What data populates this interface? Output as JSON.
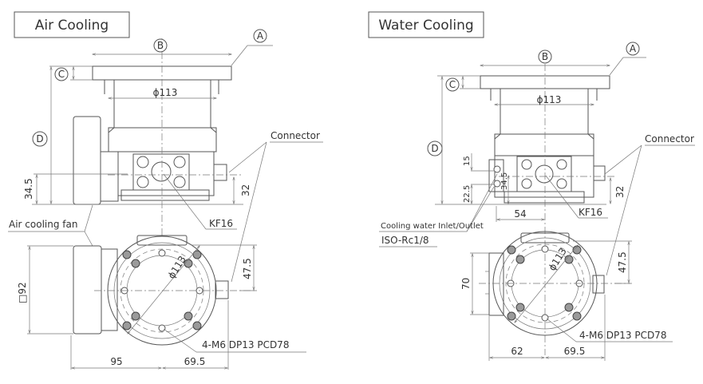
{
  "panels": {
    "air": {
      "title": "Air Cooling",
      "labels": {
        "A": "A",
        "B": "B",
        "C": "C",
        "D": "D"
      },
      "phi_top": "ϕ113",
      "phi_bottom": "ϕ113",
      "dim_34_5": "34.5",
      "dim_32": "32",
      "dim_47_5": "47.5",
      "dim_92": "□92",
      "dim_95": "95",
      "dim_69_5": "69.5",
      "callout_connector": "Connector",
      "callout_kf16": "KF16",
      "callout_fan": "Air cooling fan",
      "callout_bolts": "4-M6 DP13 PCD78"
    },
    "water": {
      "title": "Water Cooling",
      "labels": {
        "A": "A",
        "B": "B",
        "C": "C",
        "D": "D"
      },
      "phi_top": "ϕ113",
      "phi_bottom": "ϕ113",
      "dim_15": "15",
      "dim_22_5": "22.5",
      "dim_34_5": "34.5",
      "dim_32": "32",
      "dim_54": "54",
      "dim_47_5": "47.5",
      "dim_70": "70",
      "dim_62": "62",
      "dim_69_5": "69.5",
      "callout_connector": "Connector",
      "callout_kf16": "KF16",
      "callout_water": "Cooling water Inlet/Outlet",
      "callout_iso": "ISO-Rc1/8",
      "callout_bolts": "4-M6 DP13 PCD78"
    }
  }
}
